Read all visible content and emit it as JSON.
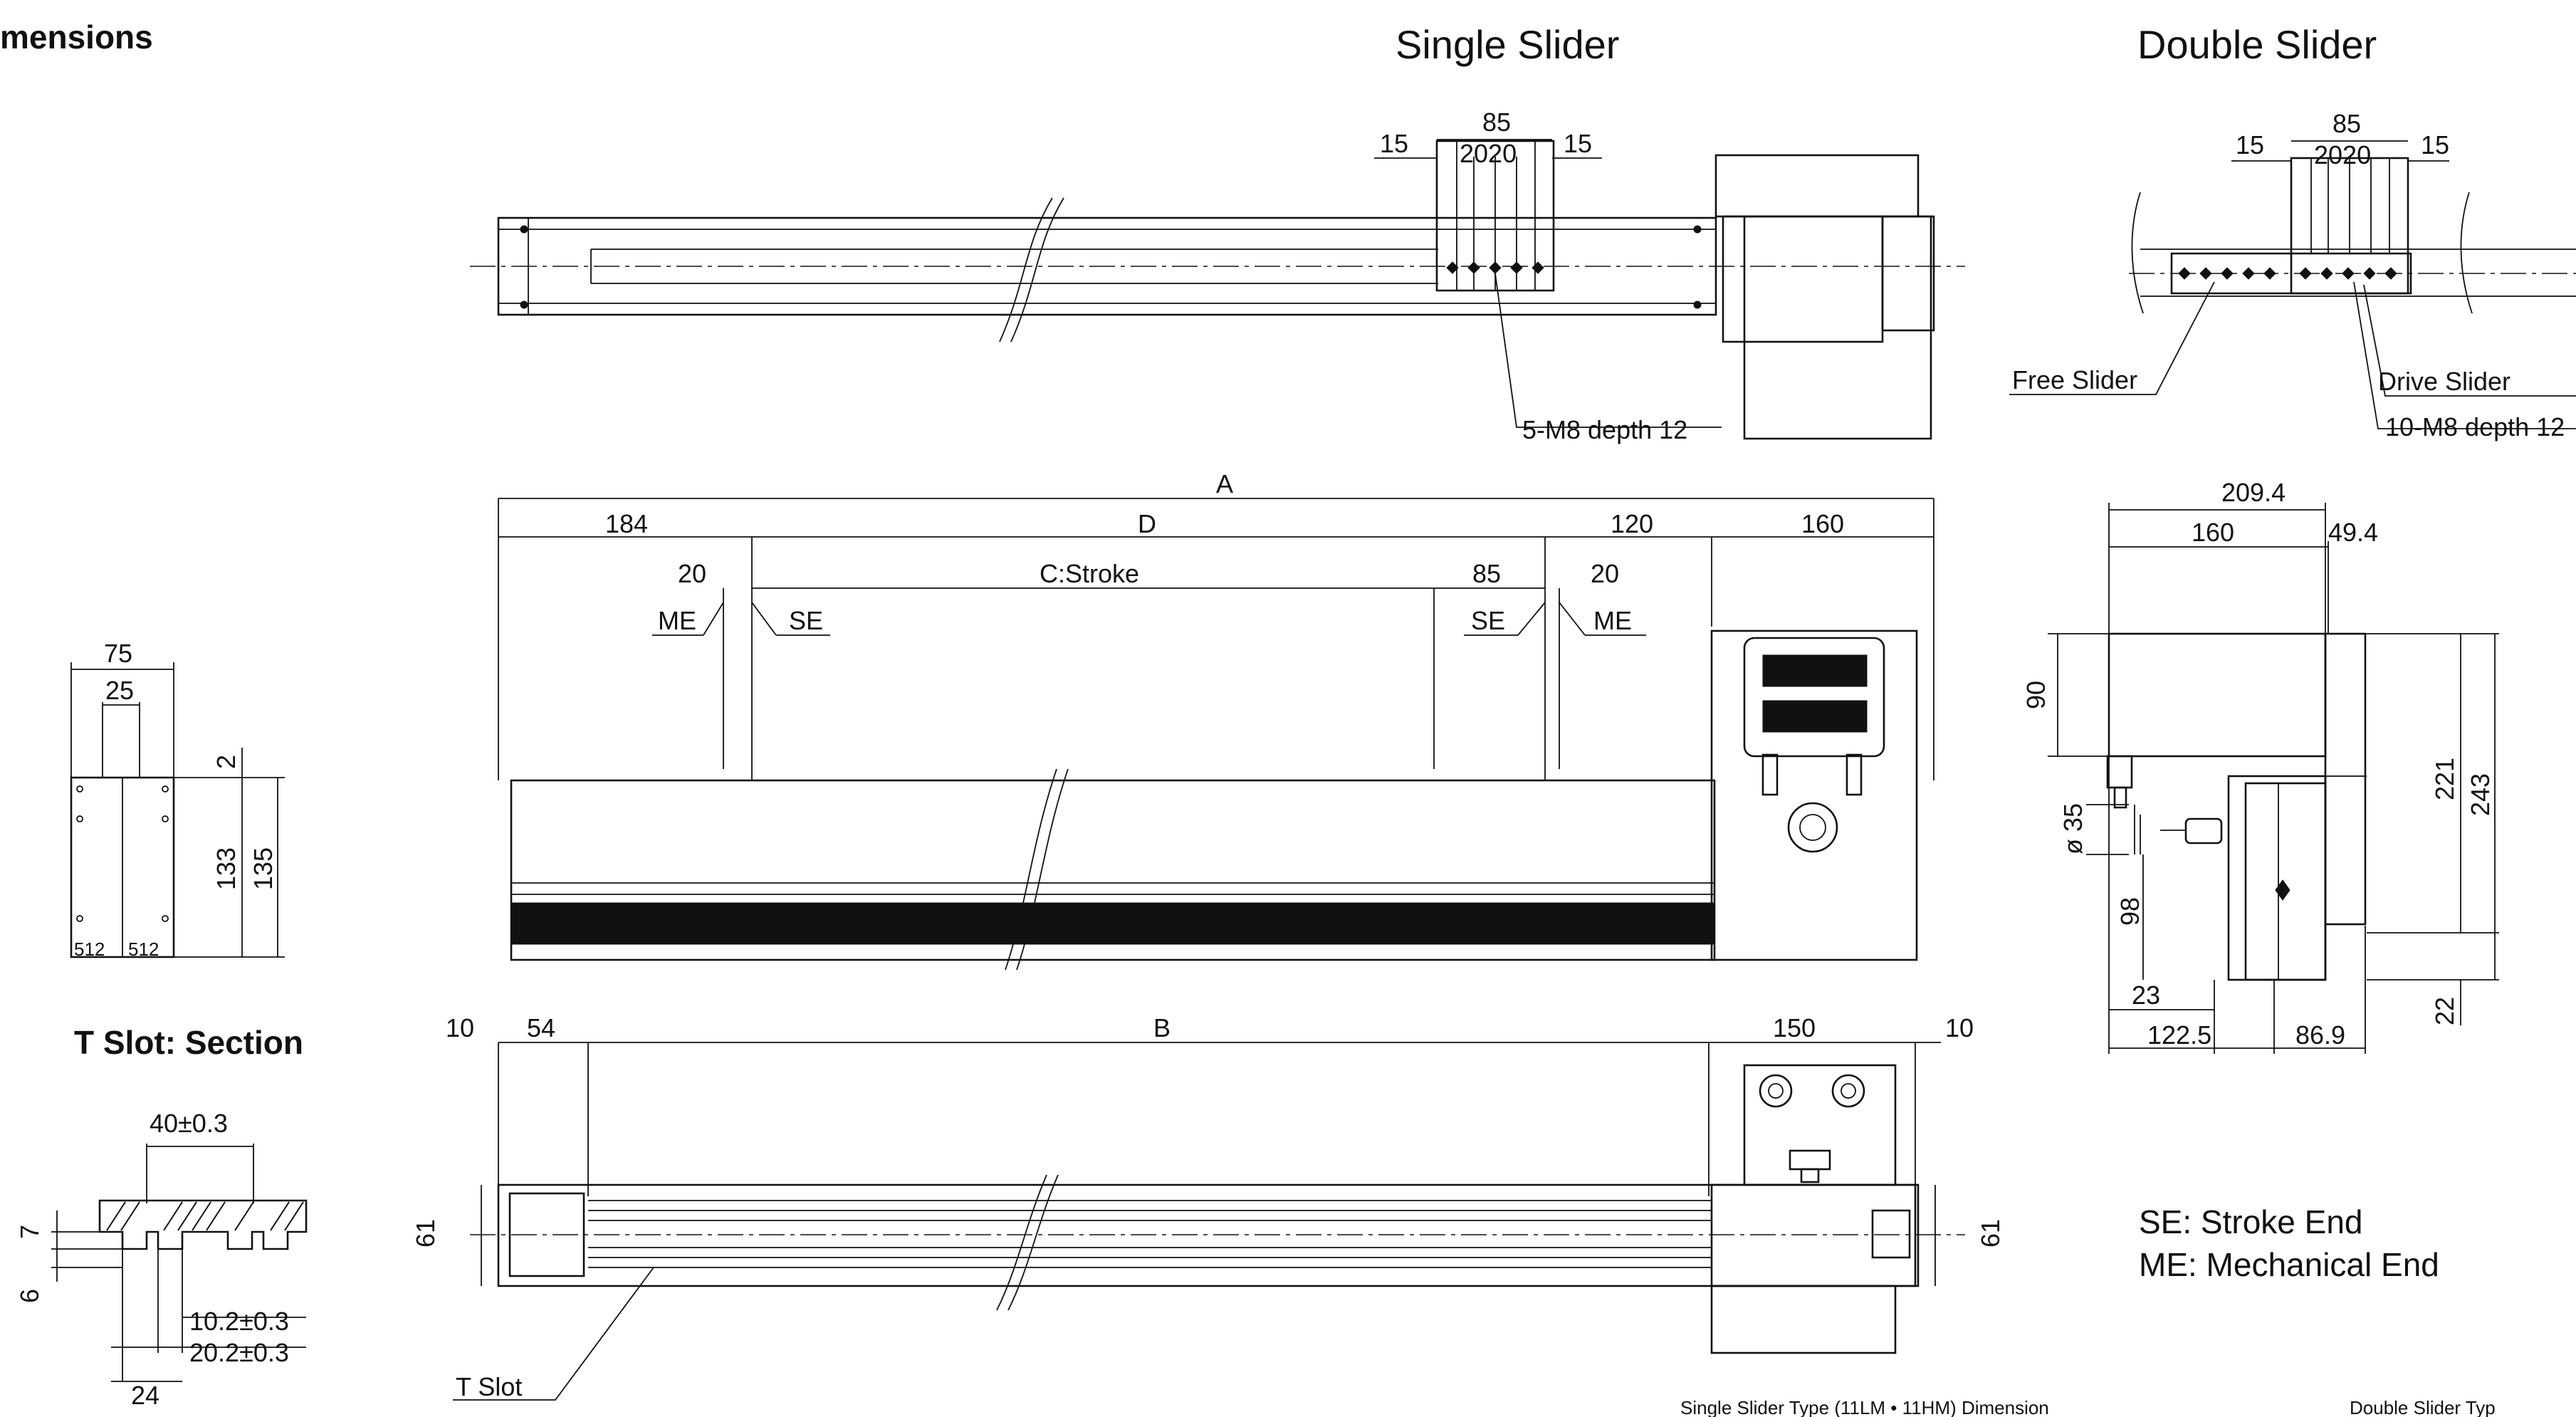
{
  "section_title": "mensions",
  "single_slider_label": "Single Slider",
  "double_slider_label": "Double Slider",
  "tslot_section_label": "T Slot: Section",
  "legend": {
    "se": "SE:  Stroke End",
    "me": "ME:  Mechanical End"
  },
  "captions": {
    "single": "Single Slider Type (11LM • 11HM) Dimension",
    "double": "Double Slider Typ"
  },
  "callouts": {
    "single_holes": "5-M8 depth 12",
    "double_holes": "10-M8 depth 12",
    "free_slider": "Free Slider",
    "drive_slider": "Drive Slider",
    "t_slot": "T Slot"
  },
  "dims": {
    "top_15_left": "15",
    "top_85": "85",
    "top_2020": "2020",
    "top_15_right": "15",
    "dbl_15_left": "15",
    "dbl_85": "85",
    "dbl_2020": "2020",
    "dbl_15_right": "15",
    "a": "A",
    "d184": "184",
    "d": "D",
    "d120": "120",
    "d160": "160",
    "d20_left": "20",
    "me_left": "ME",
    "se_left": "SE",
    "stroke": "C:Stroke",
    "d85": "85",
    "se_right": "SE",
    "d20_right": "20",
    "me_right": "ME",
    "d10_left": "10",
    "d54": "54",
    "b": "B",
    "d150": "150",
    "d10_right": "10",
    "d61_left": "61",
    "d61_right": "61",
    "e75": "75",
    "e25": "25",
    "e2": "2",
    "e133": "133",
    "e135": "135",
    "e512a": "512",
    "e512b": "512",
    "t40": "40±0.3",
    "t7": "7",
    "t6": "6",
    "t10": "10.2±0.3",
    "t20": "20.2±0.3",
    "t24": "24",
    "r209": "209.4",
    "r160": "160",
    "r49": "49.4",
    "r90": "90",
    "r35": "ø 35",
    "r98": "98",
    "r221": "221",
    "r243": "243",
    "r23": "23",
    "r122": "122.5",
    "r86": "86.9",
    "r22": "22"
  }
}
